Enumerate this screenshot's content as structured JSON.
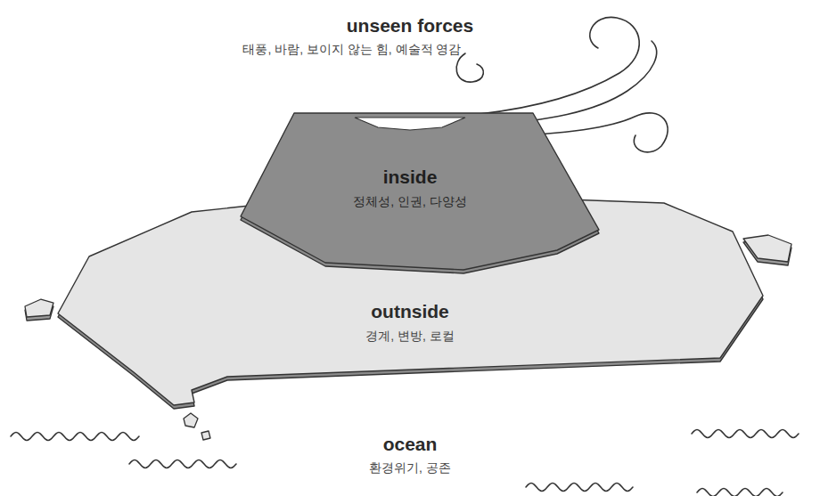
{
  "diagram": {
    "nodes": [
      {
        "text": [
          "outnside",
          "경계, 변방, 로컬"
        ]
      },
      {
        "text": [
          "inside",
          "정체성, 인권, 다양성"
        ],
        "in": 0
      }
    ],
    "labels": [
      "unseen forces",
      "태풍, 바람, 보이지 않는 힘, 예술적 영감",
      "ocean",
      "환경위기, 공존"
    ]
  }
}
